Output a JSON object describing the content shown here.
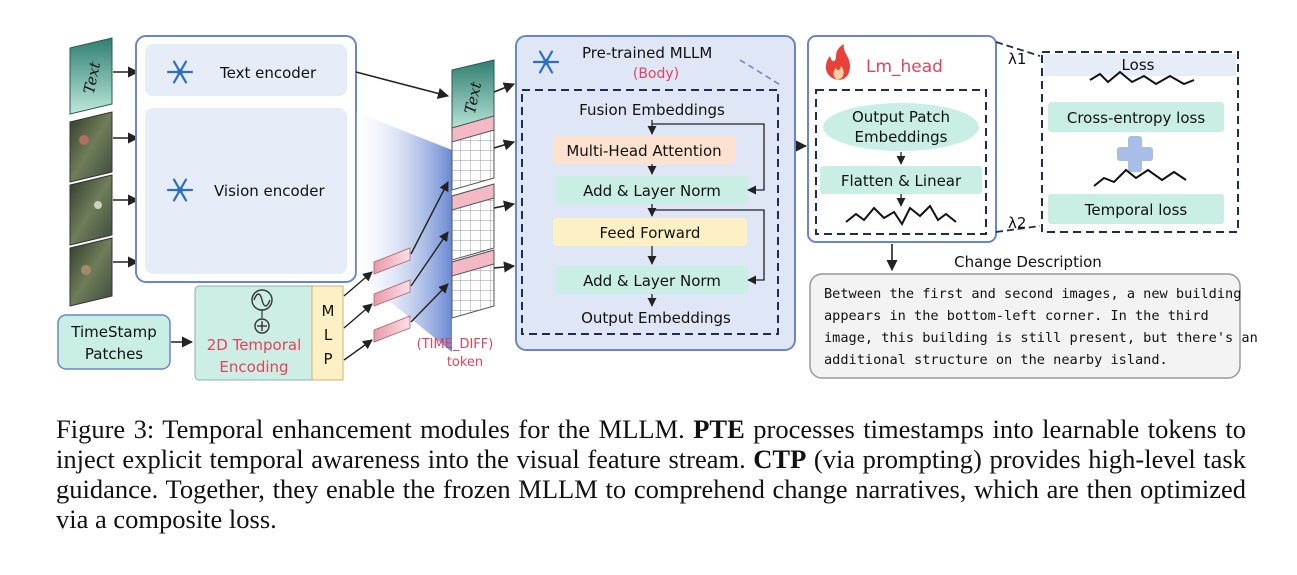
{
  "inputs": {
    "text_tag": "Text",
    "timestamp_line1": "TimeStamp",
    "timestamp_line2": "Patches"
  },
  "encoders": {
    "text_encoder": "Text encoder",
    "vision_encoder": "Vision encoder",
    "temporal_line1": "2D Temporal",
    "temporal_line2": "Encoding",
    "mlp_letters": [
      "M",
      "L",
      "P"
    ]
  },
  "tokens": {
    "text_tag": "Text",
    "time_diff_line1": "(TIME_DIFF)",
    "time_diff_line2": "token"
  },
  "mllm": {
    "title": "Pre-trained MLLM",
    "subtitle": "(Body)",
    "fusion": "Fusion Embeddings",
    "mha": "Multi-Head Attention",
    "add_norm_1": "Add & Layer Norm",
    "feed_forward": "Feed Forward",
    "add_norm_2": "Add & Layer Norm",
    "output": "Output Embeddings"
  },
  "head": {
    "title": "Lm_head",
    "patch_line1": "Output Patch",
    "patch_line2": "Embeddings",
    "flatten": "Flatten & Linear"
  },
  "loss": {
    "lambda1": "λ1",
    "lambda2": "λ2",
    "title": "Loss",
    "ce": "Cross-entropy loss",
    "temporal": "Temporal loss"
  },
  "change": {
    "label": "Change Description",
    "lines": [
      "Between the first and second images, a new building",
      "appears in the bottom-left corner. In the third",
      "image, this building is still present, but there's an",
      "additional structure on the nearby island."
    ]
  },
  "caption": {
    "prefix": "Figure 3: Temporal enhancement modules for the MLLM. ",
    "pte": "PTE",
    "mid1": " processes timestamps into learnable tokens to inject explicit temporal awareness into the visual feature stream. ",
    "ctp": "CTP",
    "mid2": " (via prompting) provides high-level task guidance. Together, they enable the frozen MLLM to comprehend change narratives, which are then optimized via a composite loss."
  },
  "colors": {
    "encoder_fill": "#e6ecf8",
    "encoder_border": "#6b86c8",
    "teal": "#c9eee3",
    "orange": "#fde3cf",
    "yellow": "#fdf0c4",
    "pink_text": "#e0445c",
    "dash": "#1f2d55"
  }
}
